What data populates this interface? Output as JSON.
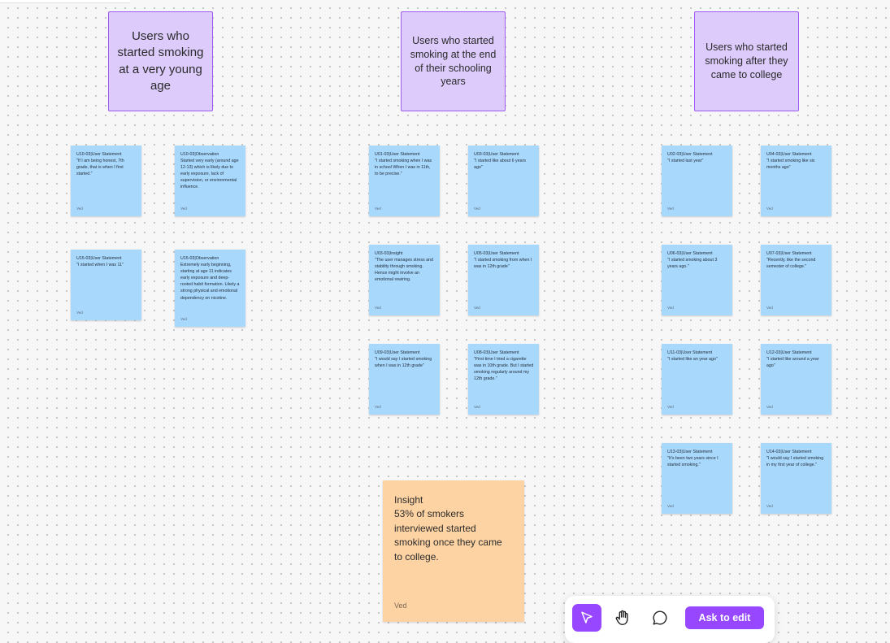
{
  "headers": [
    {
      "text": "Users who started smoking at a very young age"
    },
    {
      "text": "Users who started smoking at the end of their schooling years"
    },
    {
      "text": "Users who started smoking after they came to college"
    }
  ],
  "stickies": [
    {
      "title": "U10-03|User Statement",
      "text": "\"If I am being honest, 7th grade, that is when I first started.\"",
      "author": "Ved"
    },
    {
      "title": "U10-03|Observation",
      "text": "Started very early (around age 12-13) which is likely due to early exposure, lack of supervision, or environmental influence.",
      "author": "Ved"
    },
    {
      "title": "U15-03|User Statement",
      "text": "\"I started when I was 11\"",
      "author": "Ved"
    },
    {
      "title": "U15-03|Observation",
      "text": "Extremely early beginning, starting at age 11 indicates early exposure and deep-rooted habit formation. Likely a strong physical and emotional dependency on nicotine.",
      "author": "Ved"
    },
    {
      "title": "U01-03|User Statement",
      "text": "\"I started smoking when I was in school When I was in 11th, to be precise.\"",
      "author": "Ved"
    },
    {
      "title": "U03-03|User Statement",
      "text": "\"I started like about 6 years ago\"",
      "author": "Ved"
    },
    {
      "title": "U03-03|Insight",
      "text": "\"The user manages stress and stability through smoking. Hence might involve an emotional rewiring.",
      "author": "Ved"
    },
    {
      "title": "U05-03|User Statement",
      "text": "\"I started smoking from when I was in 12th grade\"",
      "author": "Ved"
    },
    {
      "title": "U09-03|User Statement",
      "text": "\"I would say I started smoking when I was in 12th grade\"",
      "author": "Ved"
    },
    {
      "title": "U08-03|User Statement",
      "text": "\"First time I tried a cigarette was in 10th grade. But I started smoking regularly around my 12th grade.\"",
      "author": "Ved"
    },
    {
      "title": "U02-03|User Statement",
      "text": "\"I started last year\"",
      "author": "Ved"
    },
    {
      "title": "U04-03|User Statement",
      "text": "\"I started smoking like six months ago\"",
      "author": "Ved"
    },
    {
      "title": "U06-03|User Statement",
      "text": "\"I started smoking about 3 years ago.\"",
      "author": "Ved"
    },
    {
      "title": "U07-03|User Statement",
      "text": "\"Recently, like the second semester of college.\"",
      "author": "Ved"
    },
    {
      "title": "U11-03|User Statement",
      "text": "\"I started like an year ago\"",
      "author": "Ved"
    },
    {
      "title": "U12-03|User Statement",
      "text": "\"I started like around a year ago\"",
      "author": "Ved"
    },
    {
      "title": "U13-03|User Statement",
      "text": "\"It's been two years since I started smoking.\"",
      "author": "Ved"
    },
    {
      "title": "U14-03|User Statement",
      "text": "\"I would say I started smoking in my first year of college.\"",
      "author": "Ved"
    }
  ],
  "insight": {
    "text": "Insight\n53% of smokers interviewed started smoking once they came to college.",
    "author": "Ved"
  },
  "toolbar": {
    "tools": [
      {
        "icon": "pointer-icon",
        "active": true
      },
      {
        "icon": "hand-icon",
        "active": false
      },
      {
        "icon": "comment-icon",
        "active": false
      }
    ],
    "ask_label": "Ask to edit"
  },
  "colors": {
    "header_bg": "#dccbfb",
    "header_border": "#9d5bf0",
    "sticky_blue": "#a9d8fd",
    "sticky_orange": "#fed3a3",
    "accent": "#9747ff"
  }
}
